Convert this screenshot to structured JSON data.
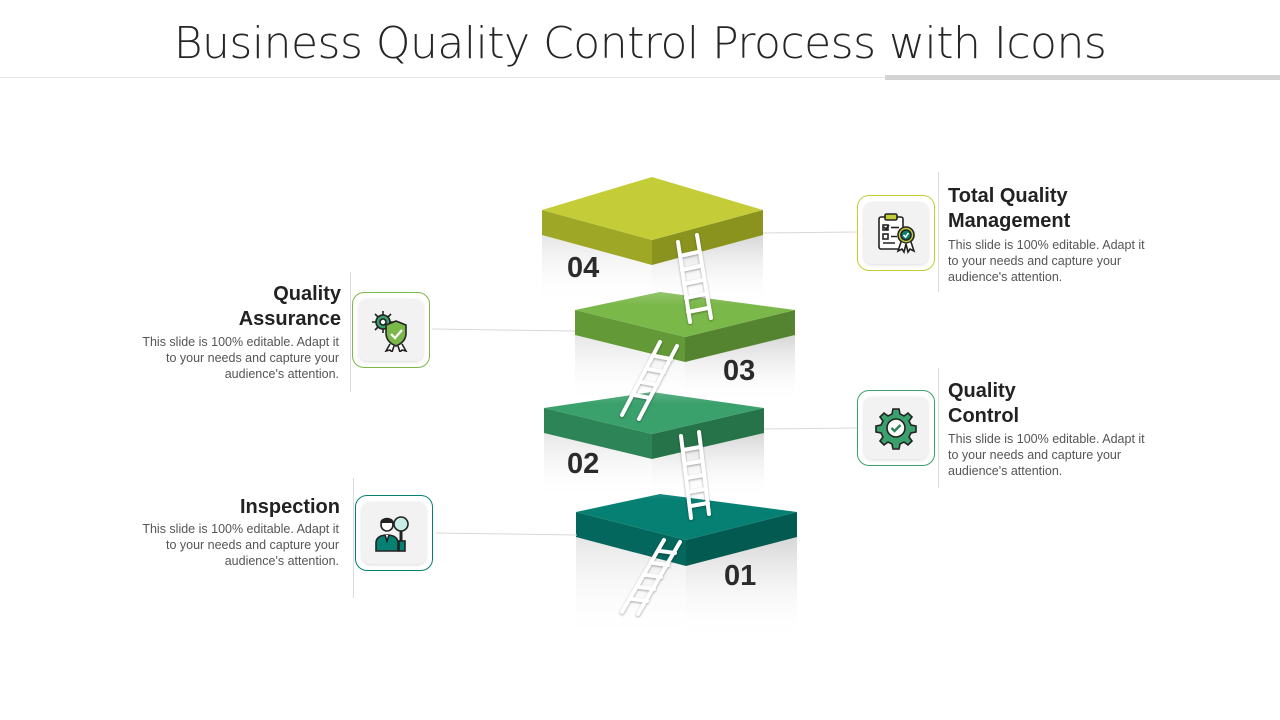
{
  "title": "Business Quality Control Process with Icons",
  "steps": [
    {
      "number": "01",
      "color": "#058073",
      "dark": "#04675d"
    },
    {
      "number": "02",
      "color": "#3aa16c",
      "dark": "#2d8457"
    },
    {
      "number": "03",
      "color": "#7bb84a",
      "dark": "#639a37"
    },
    {
      "number": "04",
      "color": "#c4cd37",
      "dark": "#9fa826"
    }
  ],
  "items": {
    "quality_assurance": {
      "title_line1": "Quality",
      "title_line2": "Assurance",
      "desc_line1": "This slide is 100% editable. Adapt it",
      "desc_line2": "to your needs and capture your",
      "desc_line3": "audience's attention.",
      "icon": "gear-shield-icon"
    },
    "inspection": {
      "title_line1": "Inspection",
      "desc_line1": "This slide is 100% editable. Adapt it",
      "desc_line2": "to your needs and capture your",
      "desc_line3": "audience's attention.",
      "icon": "inspector-magnifier-icon"
    },
    "total_quality_management": {
      "title_line1": "Total Quality",
      "title_line2": "Management",
      "desc_line1": "This slide is 100% editable. Adapt it",
      "desc_line2": "to your needs and capture your",
      "desc_line3": "audience's attention.",
      "icon": "clipboard-badge-icon"
    },
    "quality_control": {
      "title_line1": "Quality",
      "title_line2": "Control",
      "desc_line1": "This slide is 100% editable. Adapt it",
      "desc_line2": "to your needs and capture your",
      "desc_line3": "audience's attention.",
      "icon": "gear-check-icon"
    }
  }
}
